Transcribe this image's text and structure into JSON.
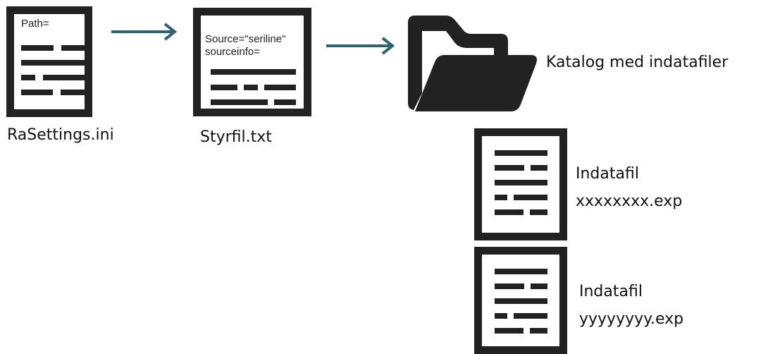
{
  "colors": {
    "arrow": "#2e6370",
    "icon": "#222222",
    "background": "#ffffff"
  },
  "ini_file": {
    "inner_text": "Path=",
    "caption": "RaSettings.ini",
    "icon": "document-icon"
  },
  "control_file": {
    "inner_text_1": "Source=\"seriline\"",
    "inner_text_2": "sourceinfo=",
    "caption": "Styrfil.txt",
    "icon": "document-icon"
  },
  "folder": {
    "caption": "Katalog med indatafiler",
    "icon": "folder-icon"
  },
  "input_files": [
    {
      "label": "Indatafil",
      "filename": "xxxxxxxx.exp",
      "icon": "document-icon"
    },
    {
      "label": "Indatafil",
      "filename": "yyyyyyyy.exp",
      "icon": "document-icon"
    }
  ]
}
